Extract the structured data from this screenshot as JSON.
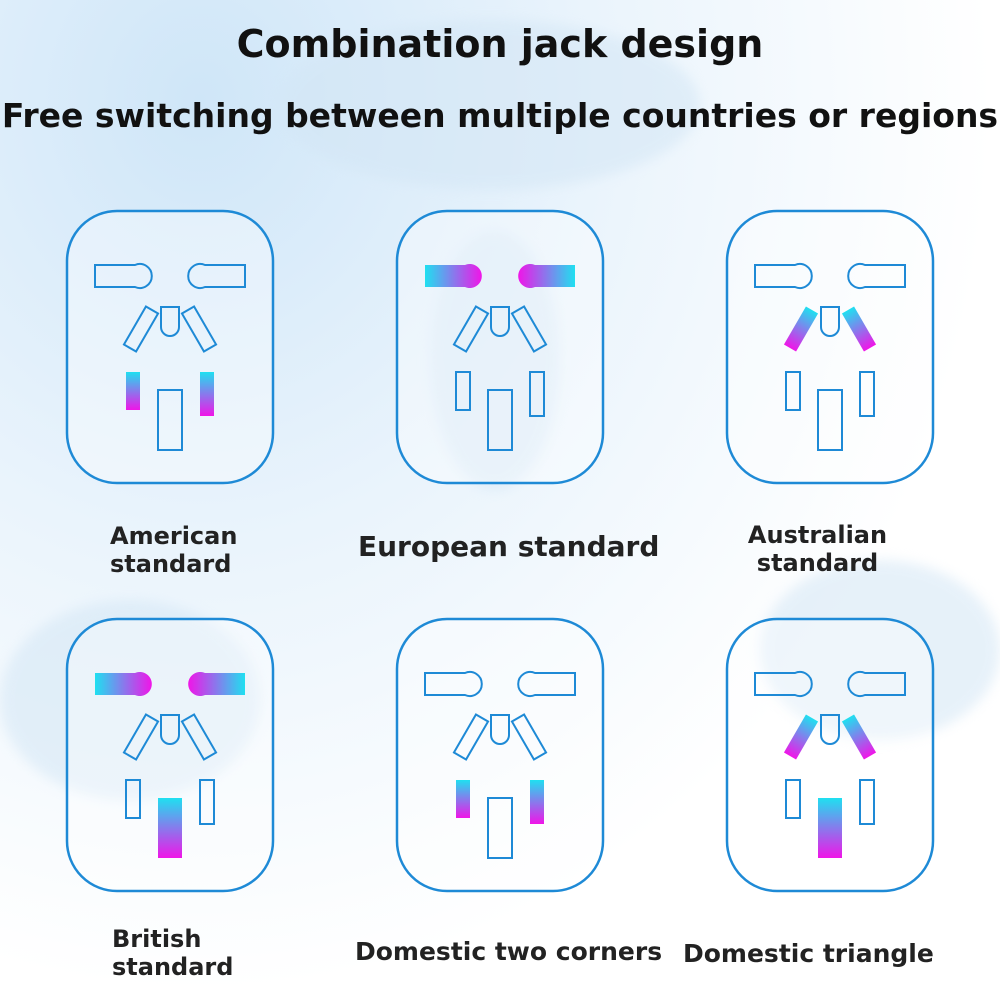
{
  "header": {
    "title": "Combination jack design",
    "subtitle": "Free switching between multiple countries or regions"
  },
  "panels": [
    {
      "label_lines": [
        "American",
        "standard"
      ],
      "active": [
        "us"
      ]
    },
    {
      "label_lines": [
        "European standard"
      ],
      "active": [
        "eu"
      ]
    },
    {
      "label_lines": [
        "Australian",
        "standard"
      ],
      "active": [
        "au"
      ]
    },
    {
      "label_lines": [
        "British",
        "standard"
      ],
      "active": [
        "eu",
        "uk"
      ]
    },
    {
      "label_lines": [
        "Domestic two corners"
      ],
      "active": [
        "us"
      ]
    },
    {
      "label_lines": [
        "Domestic triangle"
      ],
      "active": [
        "au",
        "uk"
      ]
    }
  ],
  "colors": {
    "outline": "#1e8ad6",
    "gradient_start": "#1fe0f0",
    "gradient_end": "#f015e8"
  }
}
